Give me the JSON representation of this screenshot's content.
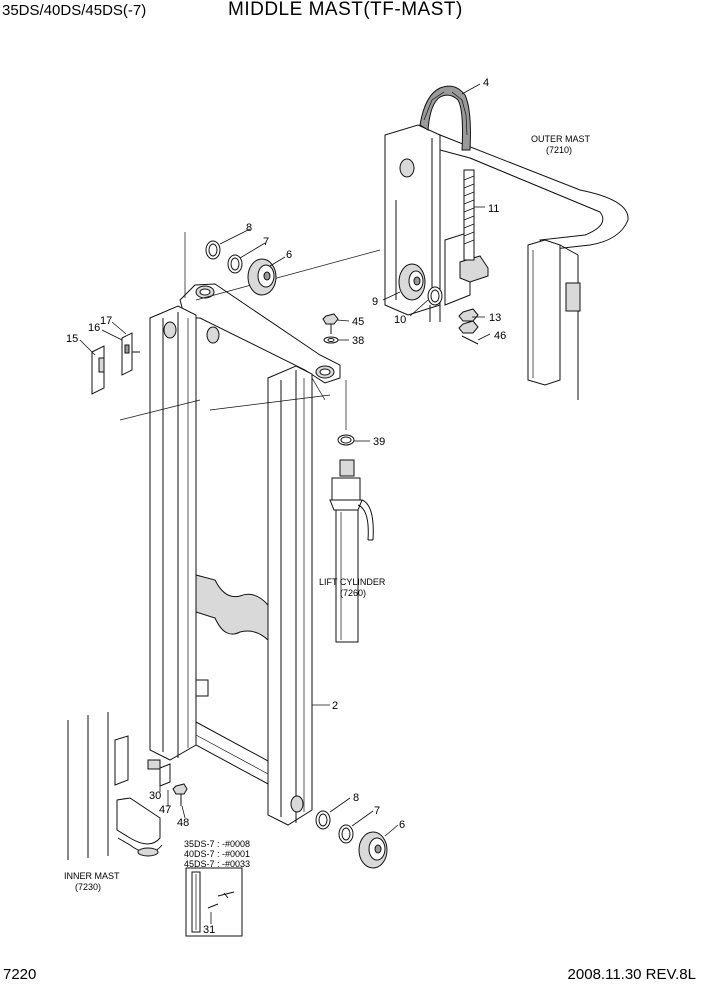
{
  "header": {
    "model": "35DS/40DS/45DS(-7)",
    "title": "MIDDLE MAST(TF-MAST)"
  },
  "footer": {
    "page_code": "7220",
    "date_rev": "2008.11.30  REV.8L"
  },
  "labels": {
    "outer_mast": "OUTER MAST",
    "outer_mast_ref": "(7210)",
    "lift_cylinder": "LIFT CYLINDER",
    "lift_cylinder_ref": "(7260)",
    "inner_mast": "INNER MAST",
    "inner_mast_ref": "(7230)"
  },
  "serial_note": [
    "35DS-7 : -#0008",
    "40DS-7 : -#0001",
    "45DS-7 : -#0033"
  ],
  "parts": {
    "p2": "2",
    "p4": "4",
    "p6a": "6",
    "p6b": "6",
    "p7a": "7",
    "p7b": "7",
    "p8a": "8",
    "p8b": "8",
    "p9": "9",
    "p10": "10",
    "p11": "11",
    "p13": "13",
    "p15": "15",
    "p16": "16",
    "p17": "17",
    "p30": "30",
    "p31": "31",
    "p38": "38",
    "p39": "39",
    "p45": "45",
    "p46": "46",
    "p47": "47",
    "p48": "48"
  }
}
